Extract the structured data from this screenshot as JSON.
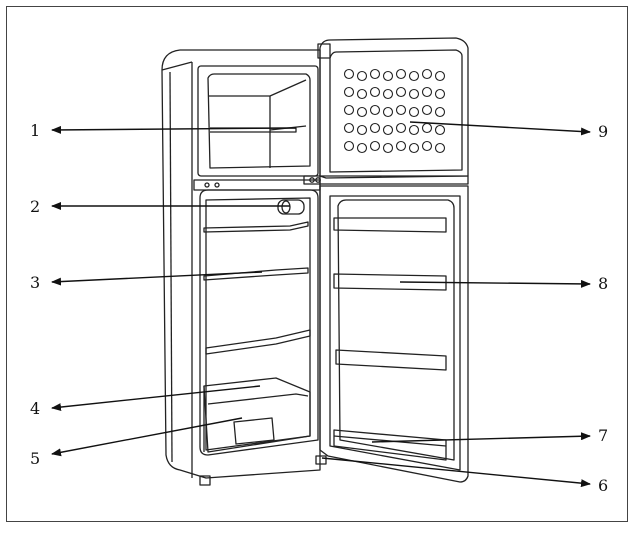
{
  "labels": {
    "l1": "1",
    "l2": "2",
    "l3": "3",
    "l4": "4",
    "l5": "5",
    "l6": "6",
    "l7": "7",
    "l8": "8",
    "l9": "9"
  },
  "colors": {
    "line": "#222222",
    "frame": "#444444"
  }
}
